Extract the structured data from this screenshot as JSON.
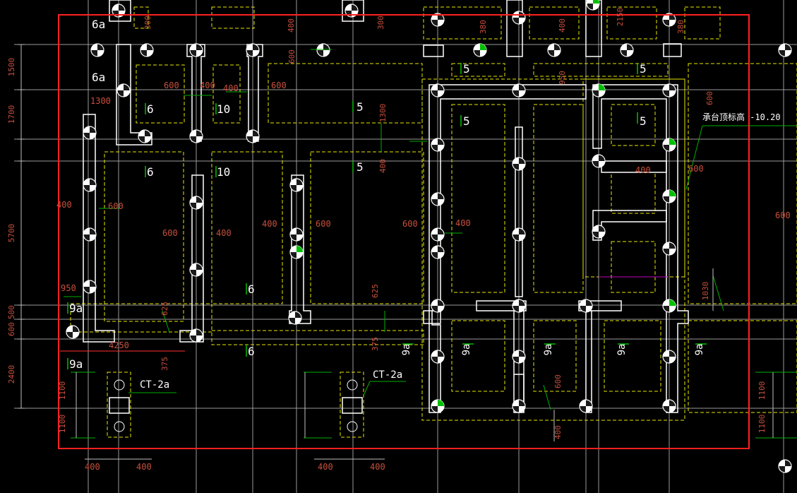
{
  "drawing": {
    "annotation": "承台顶标高 -10.20",
    "ct_label": "CT-2a",
    "colors": {
      "background": "#000000",
      "grid": "#bfbfbf",
      "wall": "#ffffff",
      "dashed_outline": "#e6e600",
      "dimension_text": "#c8503c",
      "leader": "#00b000",
      "highlight_box": "#ff2020",
      "label_text": "#ffffff"
    }
  },
  "left_dims": [
    "1500",
    "1700",
    "5700",
    "500",
    "600",
    "2400",
    "1100",
    "1100"
  ],
  "bottom_dims": [
    "400",
    "400",
    "400",
    "400"
  ],
  "right_dims": [
    "600",
    "1030",
    "1100",
    "1100"
  ],
  "top_dims": [
    "300",
    "400",
    "300",
    "380",
    "400",
    "2150",
    "380"
  ],
  "interior_dims": [
    "600",
    "400",
    "400",
    "600",
    "600",
    "1300",
    "400",
    "600",
    "600",
    "600",
    "400",
    "400",
    "600",
    "600",
    "400",
    "400",
    "600",
    "950",
    "625",
    "375",
    "625",
    "375",
    "4250",
    "400",
    "600",
    "400",
    "600",
    "600"
  ],
  "labels": [
    "6a",
    "6a",
    "6",
    "10",
    "5",
    "5",
    "5",
    "5",
    "6",
    "10",
    "5",
    "6",
    "9a",
    "6",
    "9a",
    "9a",
    "9a",
    "9a",
    "9a"
  ]
}
